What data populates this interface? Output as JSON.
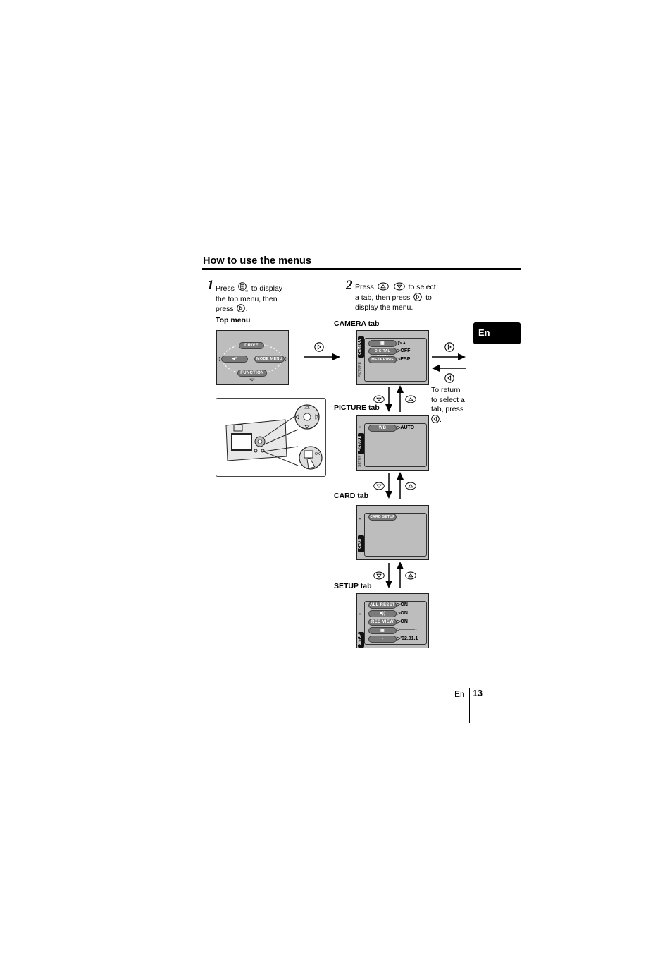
{
  "section_title": "How to use the menus",
  "language_badge": "En",
  "step1": {
    "number": "1",
    "line1_before": "Press",
    "line1_after": "to display",
    "line2": "the top menu, then",
    "line3": "press",
    "line3_after": ".",
    "caption": "Top menu"
  },
  "step2": {
    "number": "2",
    "line1_before": "Press",
    "line1_after": "to select",
    "line2_before": "a tab, then press",
    "line2_after": "to",
    "line3": "display the menu."
  },
  "top_menu": {
    "up": "DRIVE",
    "right": "MODE MENU",
    "down": "FUNCTION"
  },
  "tabs": {
    "camera": {
      "label": "CAMERA tab",
      "items": [
        "DIGITAL ZOOM",
        "METERING"
      ],
      "values": [
        "OFF",
        "ESP"
      ]
    },
    "picture": {
      "label": "PICTURE tab",
      "items": [
        "WB"
      ],
      "values": [
        "AUTO"
      ]
    },
    "card": {
      "label": "CARD tab",
      "items": [
        "CARD SETUP"
      ]
    },
    "setup": {
      "label": "SETUP tab",
      "items": [
        "ALL RESET",
        "REC VIEW"
      ],
      "values": [
        "ON",
        "ON",
        "ON"
      ],
      "date": "'02.01.1"
    }
  },
  "tab_names": [
    "CAMERA",
    "PICTURE",
    "CARD",
    "SETUP"
  ],
  "return_note": {
    "line1": "To return",
    "line2": "to select a",
    "line3": "tab, press",
    "end": "."
  },
  "footer": {
    "lang": "En",
    "page": "13"
  }
}
